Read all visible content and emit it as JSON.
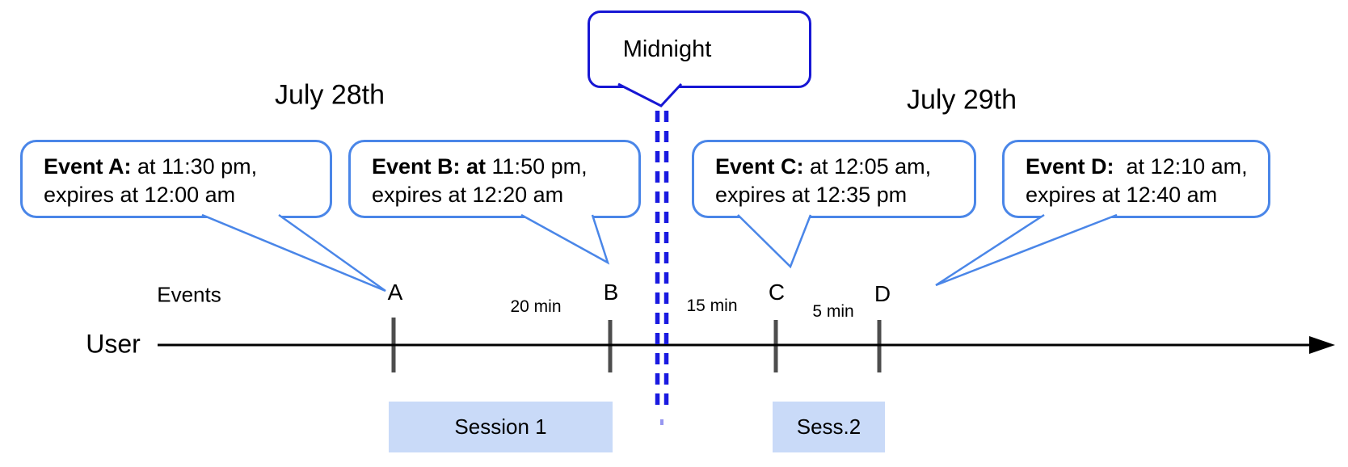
{
  "dates": {
    "left": "July 28th",
    "right": "July 29th"
  },
  "midnight": {
    "label": "Midnight"
  },
  "axis": {
    "events_label": "Events",
    "user_label": "User"
  },
  "events": [
    {
      "letter": "A",
      "callout_bold": "Event A:",
      "callout_time": " at 11:30 pm,",
      "callout_expiry": "expires at 12:00 am"
    },
    {
      "letter": "B",
      "callout_bold": "Event B: at",
      "callout_time": " 11:50 pm,",
      "callout_expiry": "expires at 12:20 am"
    },
    {
      "letter": "C",
      "callout_bold": "Event C:",
      "callout_time": " at 12:05 am,",
      "callout_expiry": "expires at 12:35 pm"
    },
    {
      "letter": "D",
      "callout_bold": "Event D:",
      "callout_time": "  at 12:10 am,",
      "callout_expiry": "expires at 12:40 am"
    }
  ],
  "intervals": [
    {
      "label": "20 min"
    },
    {
      "label": "15 min"
    },
    {
      "label": "5 min"
    }
  ],
  "sessions": [
    {
      "label": "Session 1"
    },
    {
      "label": "Sess.2"
    }
  ],
  "colors": {
    "callout_border": "#4a86e8",
    "midnight_border": "#1717d4",
    "midnight_dash": "#1a1ae0",
    "session_fill": "#c9daf8",
    "tick": "#4d4d4d",
    "timeline": "#000000"
  }
}
